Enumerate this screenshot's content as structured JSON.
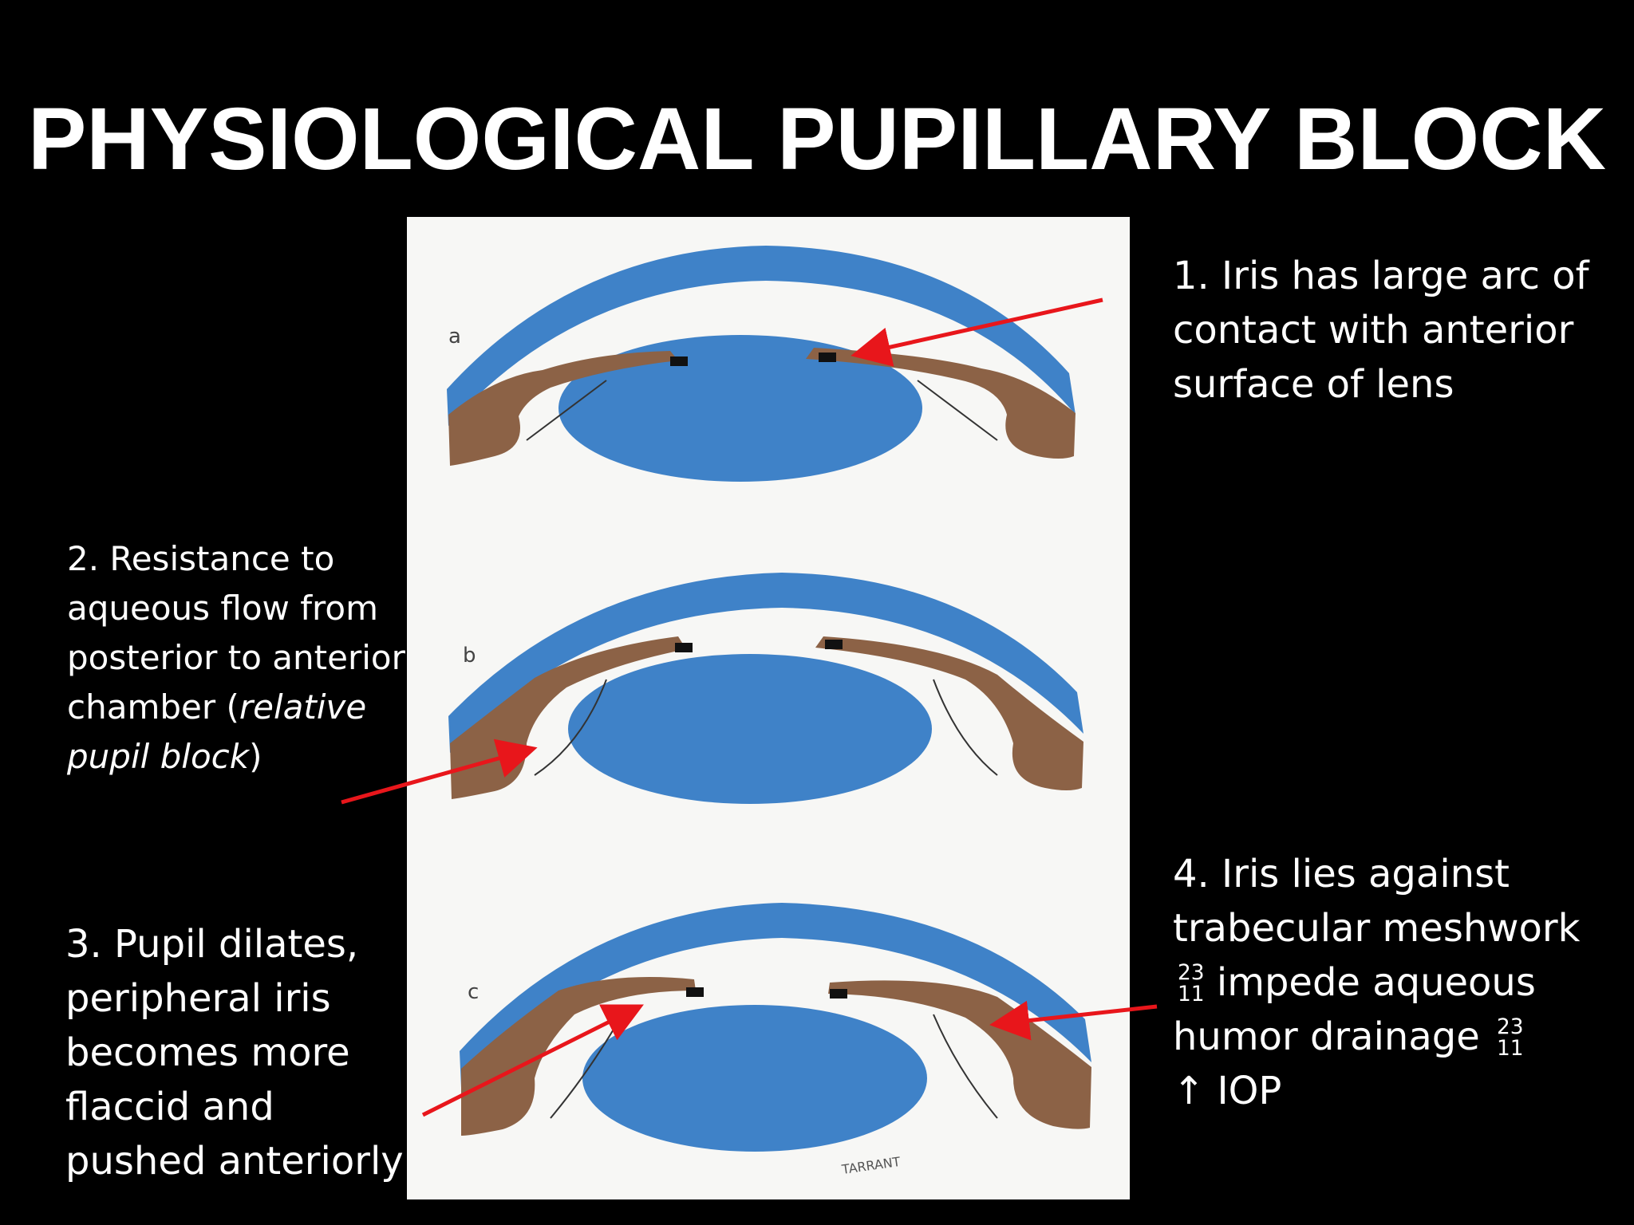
{
  "slide": {
    "title": "PHYSIOLOGICAL PUPILLARY BLOCK"
  },
  "figure": {
    "panel_labels": [
      "a",
      "b",
      "c"
    ],
    "signature": "TARRANT",
    "colors": {
      "cornea_lens": "#3f82c8",
      "iris": "#8c6246",
      "background": "#f7f7f5",
      "arrow": "#e8161b"
    }
  },
  "annotations": {
    "a1": {
      "text": "1. Iris has large arc of contact with anterior surface of lens"
    },
    "a2": {
      "text_before": "2. Resistance to aqueous flow from posterior to anterior chamber (",
      "emphasis": "relative pupil block",
      "text_after": ")"
    },
    "a3": {
      "text": "3. Pupil dilates, peripheral iris becomes more flaccid and pushed anteriorly"
    },
    "a4": {
      "line1": "4. Iris lies against trabecular meshwork",
      "line2": "impede aqueous humor drainage",
      "line3": "↑ IOP",
      "frac_top": "23",
      "frac_bottom": "11"
    }
  }
}
